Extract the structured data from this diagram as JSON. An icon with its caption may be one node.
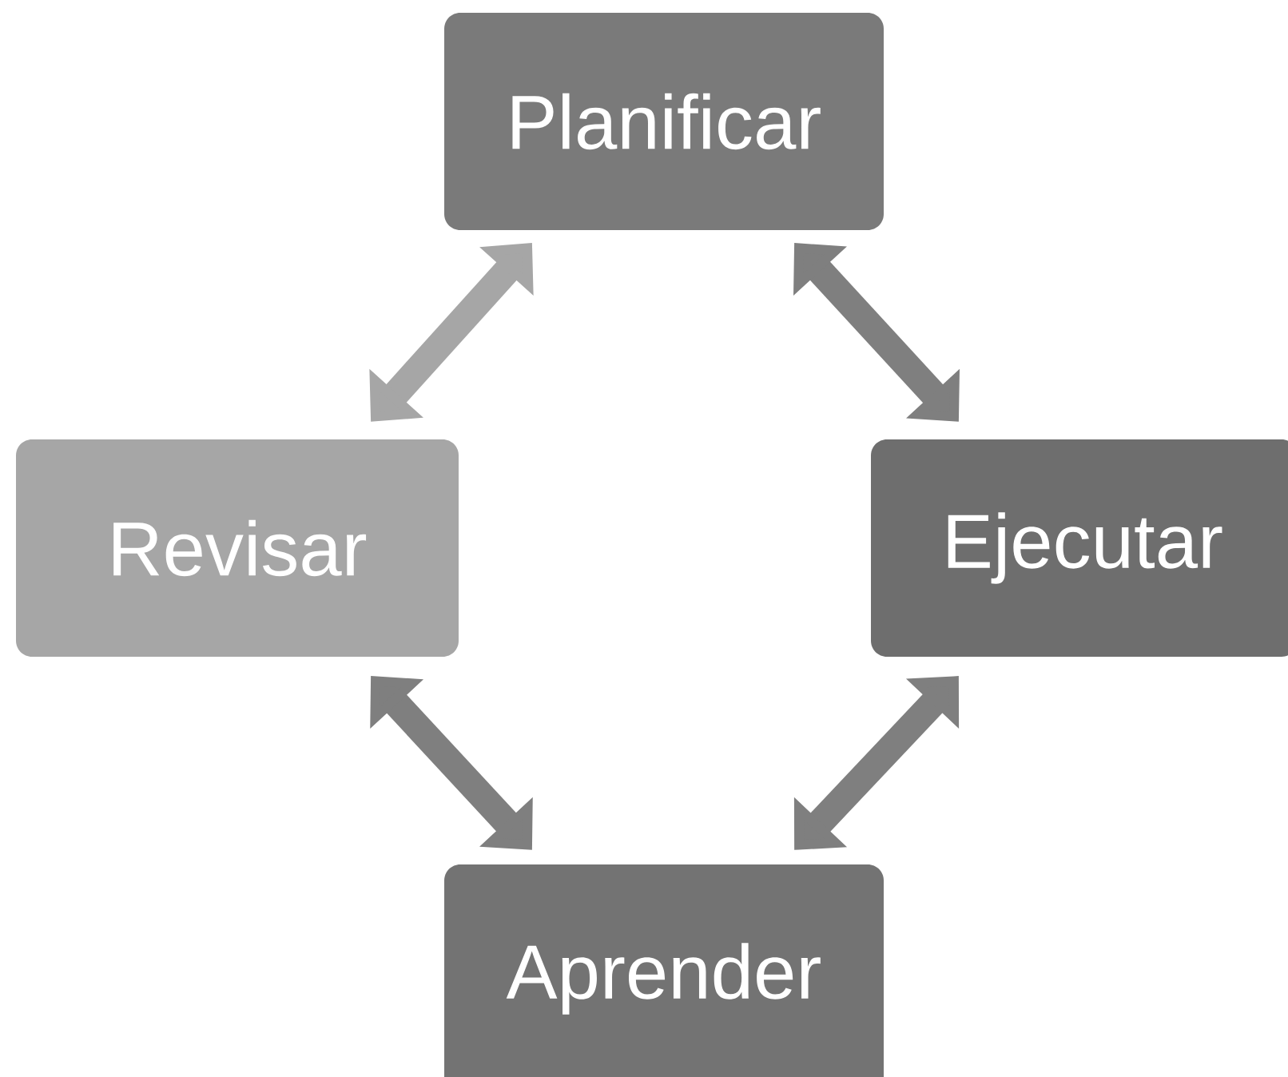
{
  "diagram": {
    "nodes": [
      {
        "text": [
          "Planificar"
        ]
      },
      {
        "text": [
          "Revisar"
        ]
      },
      {
        "text": [
          "Ejecutar"
        ]
      },
      {
        "text": [
          "Aprender"
        ]
      }
    ],
    "edges": [
      {
        "from": 0,
        "to": 1,
        "arrow": "both",
        "color": "#a6a6a6"
      },
      {
        "from": 0,
        "to": 2,
        "arrow": "both"
      },
      {
        "from": 2,
        "to": 3,
        "arrow": "both"
      },
      {
        "from": 1,
        "to": 3,
        "arrow": "both"
      }
    ]
  }
}
